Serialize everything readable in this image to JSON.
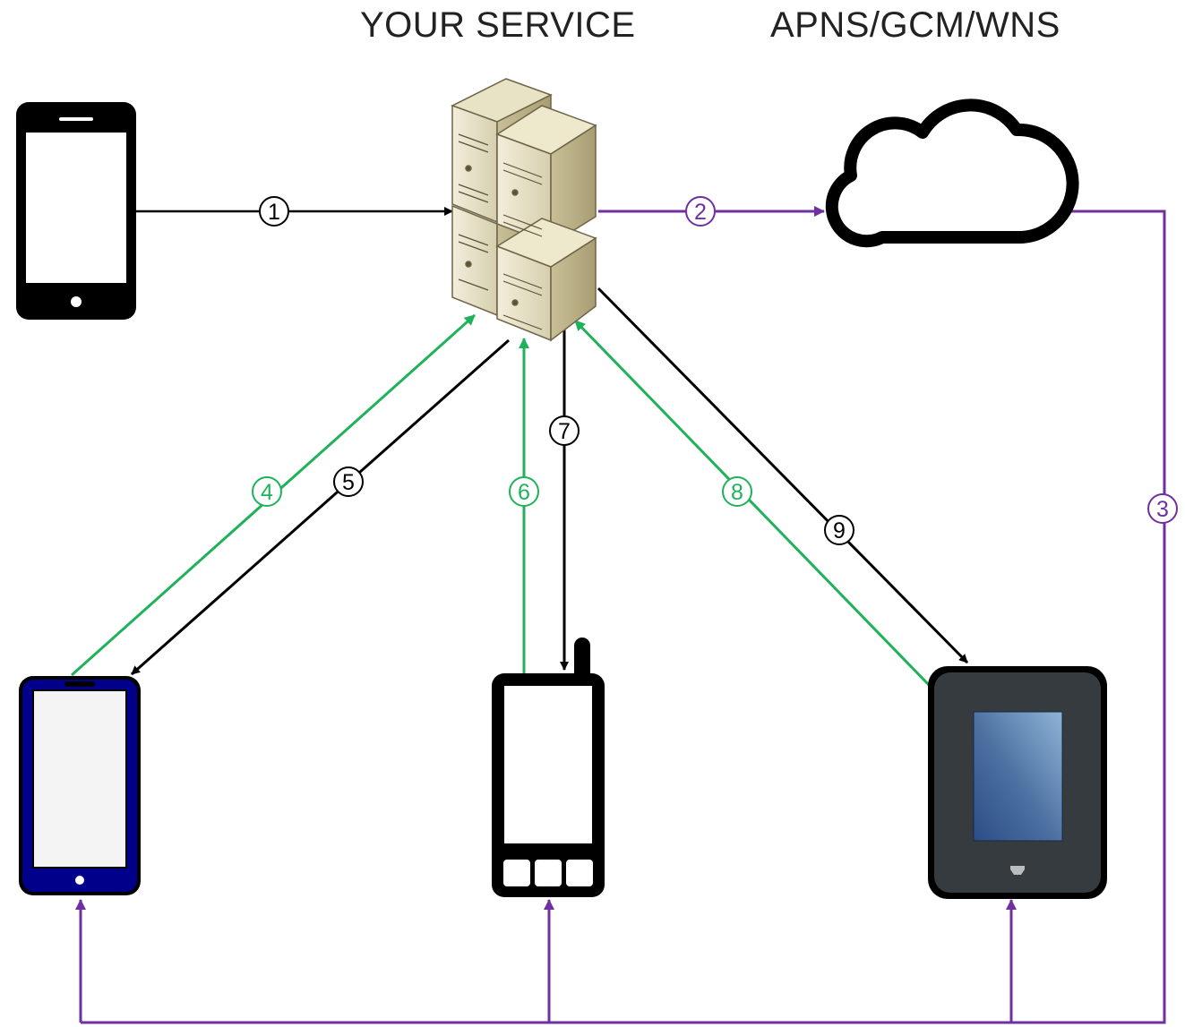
{
  "titles": {
    "service": "YOUR SERVICE",
    "push_service": "APNS/GCM/WNS"
  },
  "colors": {
    "black": "#000000",
    "purple": "#7030a0",
    "green": "#1fb25a",
    "phone_blue": "#00008b"
  },
  "nodes": [
    {
      "id": "phone-black",
      "icon": "smartphone-icon"
    },
    {
      "id": "server",
      "icon": "server-rack-icon"
    },
    {
      "id": "cloud",
      "icon": "cloud-icon"
    },
    {
      "id": "phone-blue",
      "icon": "smartphone-icon"
    },
    {
      "id": "feature-phone",
      "icon": "feature-phone-icon"
    },
    {
      "id": "tablet",
      "icon": "tablet-icon"
    }
  ],
  "steps": [
    {
      "n": "1",
      "from": "phone-black",
      "to": "server",
      "color": "black"
    },
    {
      "n": "2",
      "from": "server",
      "to": "cloud",
      "color": "purple"
    },
    {
      "n": "3",
      "from": "cloud",
      "to": "all-devices",
      "color": "purple"
    },
    {
      "n": "4",
      "from": "phone-blue",
      "to": "server",
      "color": "green"
    },
    {
      "n": "5",
      "from": "server",
      "to": "phone-blue",
      "color": "black"
    },
    {
      "n": "6",
      "from": "feature-phone",
      "to": "server",
      "color": "green"
    },
    {
      "n": "7",
      "from": "server",
      "to": "feature-phone",
      "color": "black"
    },
    {
      "n": "8",
      "from": "tablet",
      "to": "server",
      "color": "green"
    },
    {
      "n": "9",
      "from": "server",
      "to": "tablet",
      "color": "black"
    }
  ]
}
